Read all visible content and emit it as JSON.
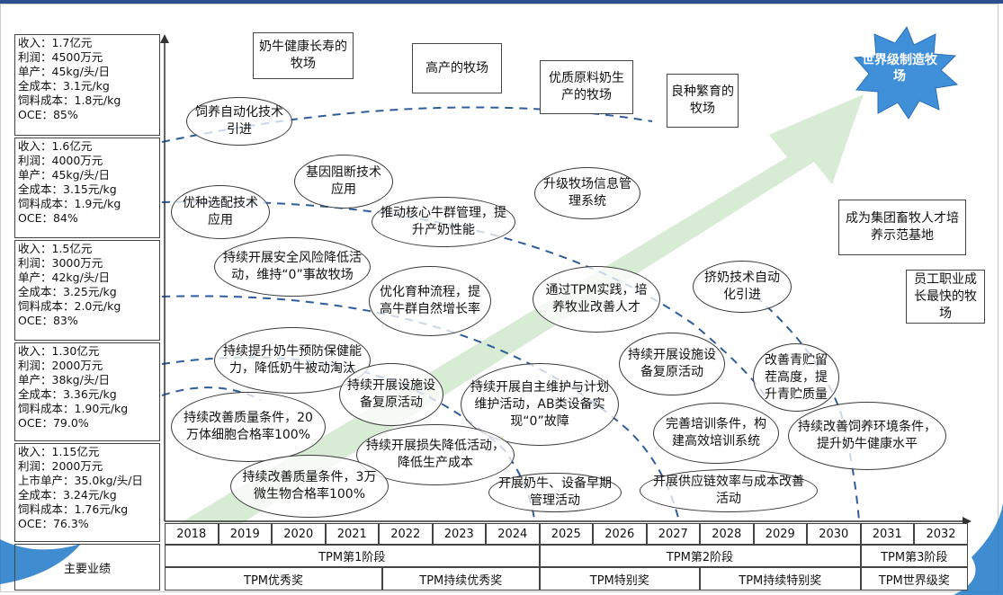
{
  "kpi_row_label": "主要业绩",
  "kpi_blocks": [
    {
      "lines": [
        "收入：1.7亿元",
        "利润：4500万元",
        "单产：45kg/头/日",
        "全成本：3.1元/kg",
        "饲料成本：1.8元/kg",
        "OCE：85%"
      ]
    },
    {
      "lines": [
        "收入：1.6亿元",
        "利润：4000万元",
        "单产：45kg/头/日",
        "全成本：3.15元/kg",
        "饲料成本：1.9元/kg",
        "OCE：84%"
      ]
    },
    {
      "lines": [
        "收入：1.5亿元",
        "利润：3000万元",
        "单产：42kg/头/日",
        "全成本：3.25元/kg",
        "饲料成本：2.0元/kg",
        "OCE：83%"
      ]
    },
    {
      "lines": [
        "收入：1.30亿元",
        "利润：2000万元",
        "单产：38kg/头/日",
        "全成本：3.36元/kg",
        "饲料成本：1.90元/kg",
        "OCE：79.0%"
      ]
    },
    {
      "lines": [
        "收入：1.15亿元",
        "利润：2000万元",
        "上市单产：35.0kg/头/日",
        "全成本：3.24元/kg",
        "饲料成本：1.76元/kg",
        "OCE：76.3%"
      ]
    }
  ],
  "goals": {
    "healthy": "奶牛健康长寿的牧场",
    "high_yield": "高产的牧场",
    "quality": "优质原料奶生产的牧场",
    "breeding": "良种繁育的牧场",
    "world_class": "世界级制造牧场",
    "talent_base": "成为集团畜牧人才培养示范基地",
    "career": "员工职业成长最快的牧场"
  },
  "initiatives": [
    {
      "text": "饲养自动化技术引进"
    },
    {
      "text": "基因阻断技术应用"
    },
    {
      "text": "升级牧场信息管理系统"
    },
    {
      "text": "优种选配技术应用"
    },
    {
      "text": "推动核心牛群管理，提升产奶性能"
    },
    {
      "text": "持续开展安全风险降低活动，维持“0”事故牧场"
    },
    {
      "text": "优化育种流程，提高牛群自然增长率"
    },
    {
      "text": "通过TPM实践，培养牧业改善人才"
    },
    {
      "text": "挤奶技术自动化引进"
    },
    {
      "text": "持续提升奶牛预防保健能力，降低奶牛被动淘汰"
    },
    {
      "text": "持续开展设施设备复原活动"
    },
    {
      "text": "持续开展自主维护与计划维护活动，AB类设备实现“0”故障"
    },
    {
      "text": "持续开展设施设备复原活动"
    },
    {
      "text": "改善青贮留茬高度，提升青贮质量"
    },
    {
      "text": "持续改善质量条件，20万体细胞合格率100%"
    },
    {
      "text": "持续开展损失降低活动，降低生产成本"
    },
    {
      "text": "完善培训条件，构建高效培训系统"
    },
    {
      "text": "持续改善饲养环境条件，提升奶牛健康水平"
    },
    {
      "text": "持续改善质量条件，3万微生物合格率100%"
    },
    {
      "text": "开展奶牛、设备早期管理活动"
    },
    {
      "text": "开展供应链效率与成本改善活动"
    }
  ],
  "timeline": {
    "years": [
      "2018",
      "2019",
      "2020",
      "2021",
      "2022",
      "2023",
      "2024",
      "2025",
      "2026",
      "2027",
      "2028",
      "2029",
      "2030",
      "2031",
      "2032"
    ],
    "stages": [
      "TPM第1阶段",
      "TPM第2阶段",
      "TPM第3阶段"
    ],
    "awards": [
      "TPM优秀奖",
      "TPM持续优秀奖",
      "TPM特别奖",
      "TPM持续特别奖",
      "TPM世界级奖"
    ]
  },
  "colors": {
    "arrow": "#d4ead0",
    "star": "#3f8fd9",
    "dashed_curve": "#2f5d9a",
    "axis": "#333333"
  }
}
